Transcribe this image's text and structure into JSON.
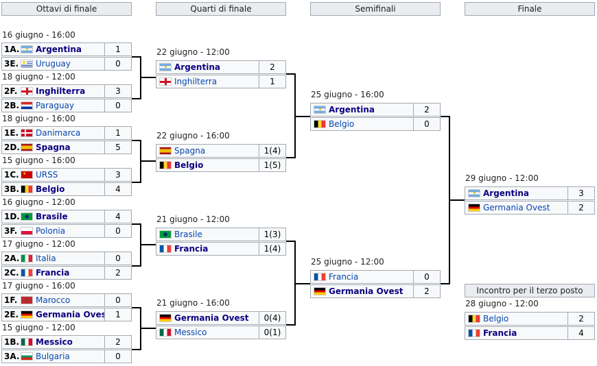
{
  "headers": {
    "r16": "Ottavi di finale",
    "qf": "Quarti di finale",
    "sf": "Semifinali",
    "final": "Finale",
    "third": "Incontro per il terzo posto"
  },
  "r16": [
    {
      "date": "16 giugno - 16:00",
      "home": {
        "seed": "1A.",
        "team": "Argentina",
        "flag": "ar",
        "score": "1",
        "win": true
      },
      "away": {
        "seed": "3E.",
        "team": "Uruguay",
        "flag": "uy",
        "score": "0",
        "win": false
      }
    },
    {
      "date": "18 giugno - 12:00",
      "home": {
        "seed": "2F.",
        "team": "Inghilterra",
        "flag": "en",
        "score": "3",
        "win": true
      },
      "away": {
        "seed": "2B.",
        "team": "Paraguay",
        "flag": "py",
        "score": "0",
        "win": false
      }
    },
    {
      "date": "18 giugno - 16:00",
      "home": {
        "seed": "1E.",
        "team": "Danimarca",
        "flag": "dk",
        "score": "1",
        "win": false
      },
      "away": {
        "seed": "2D.",
        "team": "Spagna",
        "flag": "es",
        "score": "5",
        "win": true
      }
    },
    {
      "date": "15 giugno - 16:00",
      "home": {
        "seed": "1C.",
        "team": "URSS",
        "flag": "su",
        "score": "3",
        "win": false
      },
      "away": {
        "seed": "3B.",
        "team": "Belgio",
        "flag": "be",
        "score": "4",
        "win": true
      }
    },
    {
      "date": "16 giugno - 12:00",
      "home": {
        "seed": "1D.",
        "team": "Brasile",
        "flag": "br",
        "score": "4",
        "win": true
      },
      "away": {
        "seed": "3F.",
        "team": "Polonia",
        "flag": "pl",
        "score": "0",
        "win": false
      }
    },
    {
      "date": "17 giugno - 12:00",
      "home": {
        "seed": "2A.",
        "team": "Italia",
        "flag": "it",
        "score": "0",
        "win": false
      },
      "away": {
        "seed": "2C.",
        "team": "Francia",
        "flag": "fr",
        "score": "2",
        "win": true
      }
    },
    {
      "date": "17 giugno - 16:00",
      "home": {
        "seed": "1F.",
        "team": "Marocco",
        "flag": "ma",
        "score": "0",
        "win": false
      },
      "away": {
        "seed": "2E.",
        "team": "Germania Ovest",
        "flag": "de",
        "score": "1",
        "win": true
      }
    },
    {
      "date": "15 giugno - 12:00",
      "home": {
        "seed": "1B.",
        "team": "Messico",
        "flag": "mx",
        "score": "2",
        "win": true
      },
      "away": {
        "seed": "3A.",
        "team": "Bulgaria",
        "flag": "bg",
        "score": "0",
        "win": false
      }
    }
  ],
  "qf": [
    {
      "date": "22 giugno - 12:00",
      "home": {
        "team": "Argentina",
        "flag": "ar",
        "score": "2",
        "win": true
      },
      "away": {
        "team": "Inghilterra",
        "flag": "en",
        "score": "1",
        "win": false
      }
    },
    {
      "date": "22 giugno - 16:00",
      "home": {
        "team": "Spagna",
        "flag": "es",
        "score": "1(4)",
        "win": false
      },
      "away": {
        "team": "Belgio",
        "flag": "be",
        "score": "1(5)",
        "win": true
      }
    },
    {
      "date": "21 giugno - 12:00",
      "home": {
        "team": "Brasile",
        "flag": "br",
        "score": "1(3)",
        "win": false
      },
      "away": {
        "team": "Francia",
        "flag": "fr",
        "score": "1(4)",
        "win": true
      }
    },
    {
      "date": "21 giugno - 16:00",
      "home": {
        "team": "Germania Ovest",
        "flag": "de",
        "score": "0(4)",
        "win": true
      },
      "away": {
        "team": "Messico",
        "flag": "mx",
        "score": "0(1)",
        "win": false
      }
    }
  ],
  "sf": [
    {
      "date": "25 giugno - 16:00",
      "home": {
        "team": "Argentina",
        "flag": "ar",
        "score": "2",
        "win": true
      },
      "away": {
        "team": "Belgio",
        "flag": "be",
        "score": "0",
        "win": false
      }
    },
    {
      "date": "25 giugno - 12:00",
      "home": {
        "team": "Francia",
        "flag": "fr",
        "score": "0",
        "win": false
      },
      "away": {
        "team": "Germania Ovest",
        "flag": "de",
        "score": "2",
        "win": true
      }
    }
  ],
  "final": {
    "date": "29 giugno - 12:00",
    "home": {
      "team": "Argentina",
      "flag": "ar",
      "score": "3",
      "win": true
    },
    "away": {
      "team": "Germania Ovest",
      "flag": "de",
      "score": "2",
      "win": false
    }
  },
  "third": {
    "date": "28 giugno - 12:00",
    "home": {
      "team": "Belgio",
      "flag": "be",
      "score": "2",
      "win": false
    },
    "away": {
      "team": "Francia",
      "flag": "fr",
      "score": "4",
      "win": true
    }
  },
  "colors": {
    "link": "#0645ad",
    "link_bold": "#0b0080",
    "cell_bg": "#f8f9fa",
    "border": "#a2a9b1",
    "header_bg": "#eaecf0"
  }
}
